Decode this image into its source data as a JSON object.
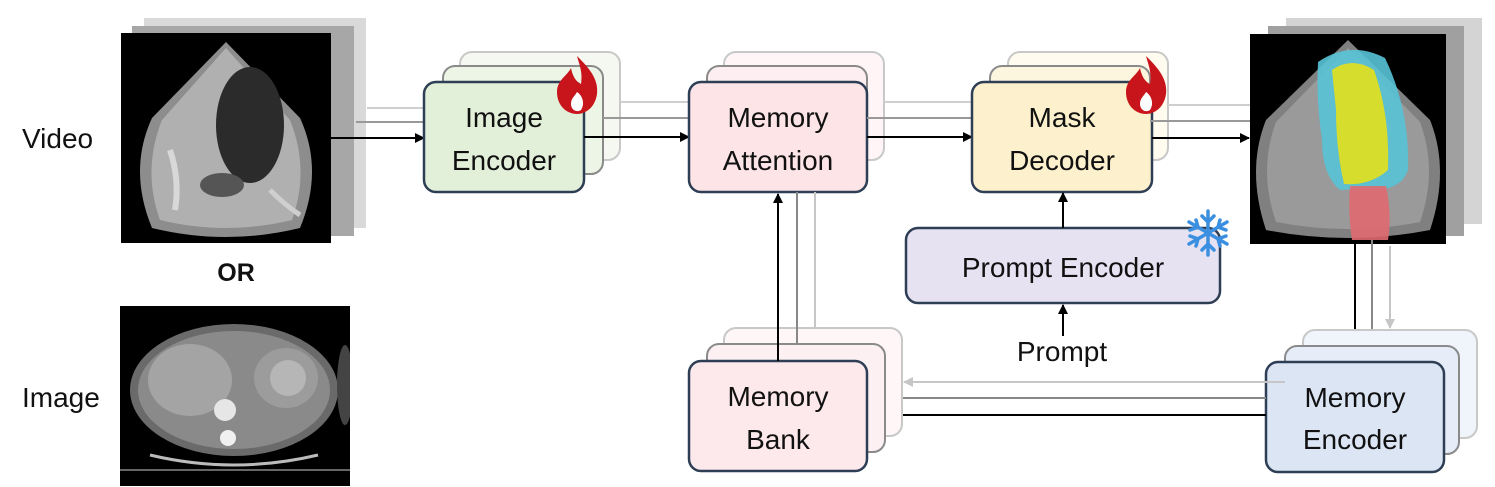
{
  "inputs": {
    "video_label": "Video",
    "or_label": "OR",
    "image_label": "Image"
  },
  "modules": {
    "image_encoder": {
      "line1": "Image",
      "line2": "Encoder",
      "trainable": true,
      "fill": "#e3f0d9"
    },
    "memory_attention": {
      "line1": "Memory",
      "line2": "Attention",
      "fill": "#fde4e6"
    },
    "mask_decoder": {
      "line1": "Mask",
      "line2": "Decoder",
      "trainable": true,
      "fill": "#fdf1cd"
    },
    "prompt_encoder": {
      "label": "Prompt Encoder",
      "frozen": true,
      "fill": "#e6e2f2"
    },
    "memory_bank": {
      "line1": "Memory",
      "line2": "Bank",
      "fill": "#fde9ec"
    },
    "memory_encoder": {
      "line1": "Memory",
      "line2": "Encoder",
      "fill": "#dbe5f4"
    }
  },
  "prompt_label": "Prompt",
  "icons": {
    "trainable": "fire-icon",
    "frozen": "snowflake-icon"
  },
  "colors": {
    "border": "#2e3e55",
    "arrow": "#000000",
    "fire": "#c8141b",
    "snowflake": "#3b8fe0",
    "mask_outer": "#56c3d6",
    "mask_inner": "#e3e01a",
    "mask_lower": "#e06a70"
  }
}
